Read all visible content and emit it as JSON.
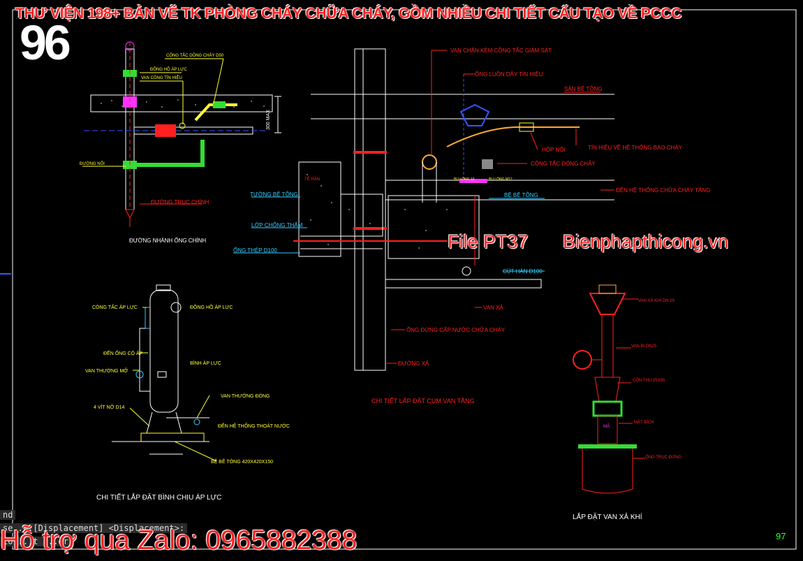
{
  "banner": "THƯ VIỆN 198+ BẢN VẼ TK PHÒNG CHÁY CHỮA CHÁY, GỒM NHIỀU CHI TIẾT CẤU TẠO VỀ PCCC",
  "page_number": "96",
  "watermark_file": "File PT37",
  "watermark_site": "Bienphapthicong.vn",
  "support_text": "Hỗ trợ qua Zalo: 0965882388",
  "command_lines": [
    "nd",
    "se  ...[Displacement] <Displacement>:",
    "co  ...t  ...er"
  ],
  "sheet_number": "97",
  "colors": {
    "background": "#000000",
    "red": "#ff2020",
    "yellow": "#ffff33",
    "green": "#33dd33",
    "cyan": "#33ccff",
    "magenta": "#ff33ff",
    "blue": "#3355ff",
    "white": "#ffffff"
  },
  "left_top": {
    "title": "ĐƯỜNG NHÁNH ỐNG CHÍNH",
    "labels": {
      "flow_switch": "CÔNG TẮC DÒNG CHẢY D50",
      "pressure_gauge": "ĐỒNG HỒ ÁP LỰC",
      "signal_valve": "VAN CÔNG TÍN HIỆU",
      "dim": "300 MAX",
      "joint": "ĐƯỜNG NỐI",
      "main_line": "ĐƯỜNG TRỤC CHÍNH"
    }
  },
  "center": {
    "title": "CHI TIẾT LẮP ĐẶT CỤM VAN TẦNG",
    "labels": {
      "supervised_valve": "VAN CHẶN KÈM CÔNG TẮC GIÁM SÁT",
      "conduit": "ỐNG LUỒN DÂY TÍN HIỆU",
      "slab": "SÀN BÊ TÔNG",
      "junction_box": "HỘP NỐI",
      "alarm_signal": "TÍN HIỆU VỀ HỆ THỐNG BÁO CHÁY",
      "flow_switch": "CÔNG TẮC DÒNG CHẢY",
      "to_floor": "ĐẾN HỆ THỐNG CHỮA CHÁY TẦNG",
      "wall": "TƯỜNG BÊ TÔNG",
      "waterproof": "LỚP CHỐNG THẤM",
      "steel_pipe": "ỐNG THÉP D100",
      "concrete_base": "BỆ BÊ TÔNG",
      "elbow": "CÚT HÀN D100",
      "drain_valve": "VAN XẢ",
      "riser": "ỐNG ĐỨNG CẤP NƯỚC CHỮA CHÁY",
      "drain_line": "ĐƯỜNG XẢ",
      "finish": "TẾ HÀN",
      "mark_a": "BU LÔNG M12",
      "mark_b": "BU LÔNG 12"
    }
  },
  "left_bottom": {
    "title": "CHI TIẾT LẮP ĐẶT BÌNH CHỊU ÁP LỰC",
    "labels": {
      "pressure_switch": "CÔNG TẮC ÁP LỰC",
      "gauge": "ĐỒNG HỒ ÁP LỰC",
      "to_jockey": "ĐẾN ỐNG CỘ ÁP",
      "tank": "BÌNH ÁP LỰC",
      "nc_valve": "VAN THƯỜNG MỞ",
      "nc_valve2": "VAN THƯỜNG ĐÓNG",
      "bolts": "4 VÍT NỞ D14",
      "to_drain": "ĐẾN HỆ THỐNG THOÁT NƯỚC",
      "base": "BỆ BÊ TÔNG 420X420X150"
    }
  },
  "right_bottom": {
    "title": "LẮP ĐẶT VAN XẢ KHÍ",
    "labels": {
      "air_valve": "VAN XẢ KHÍ DN 25",
      "ball_valve": "VAN BI DN25",
      "reducer": "CÔN THU 25X50",
      "weld": "MẶT BÍCH",
      "main": "ỐNG TRỤC ĐỨNG",
      "tag": "MÃ"
    }
  }
}
